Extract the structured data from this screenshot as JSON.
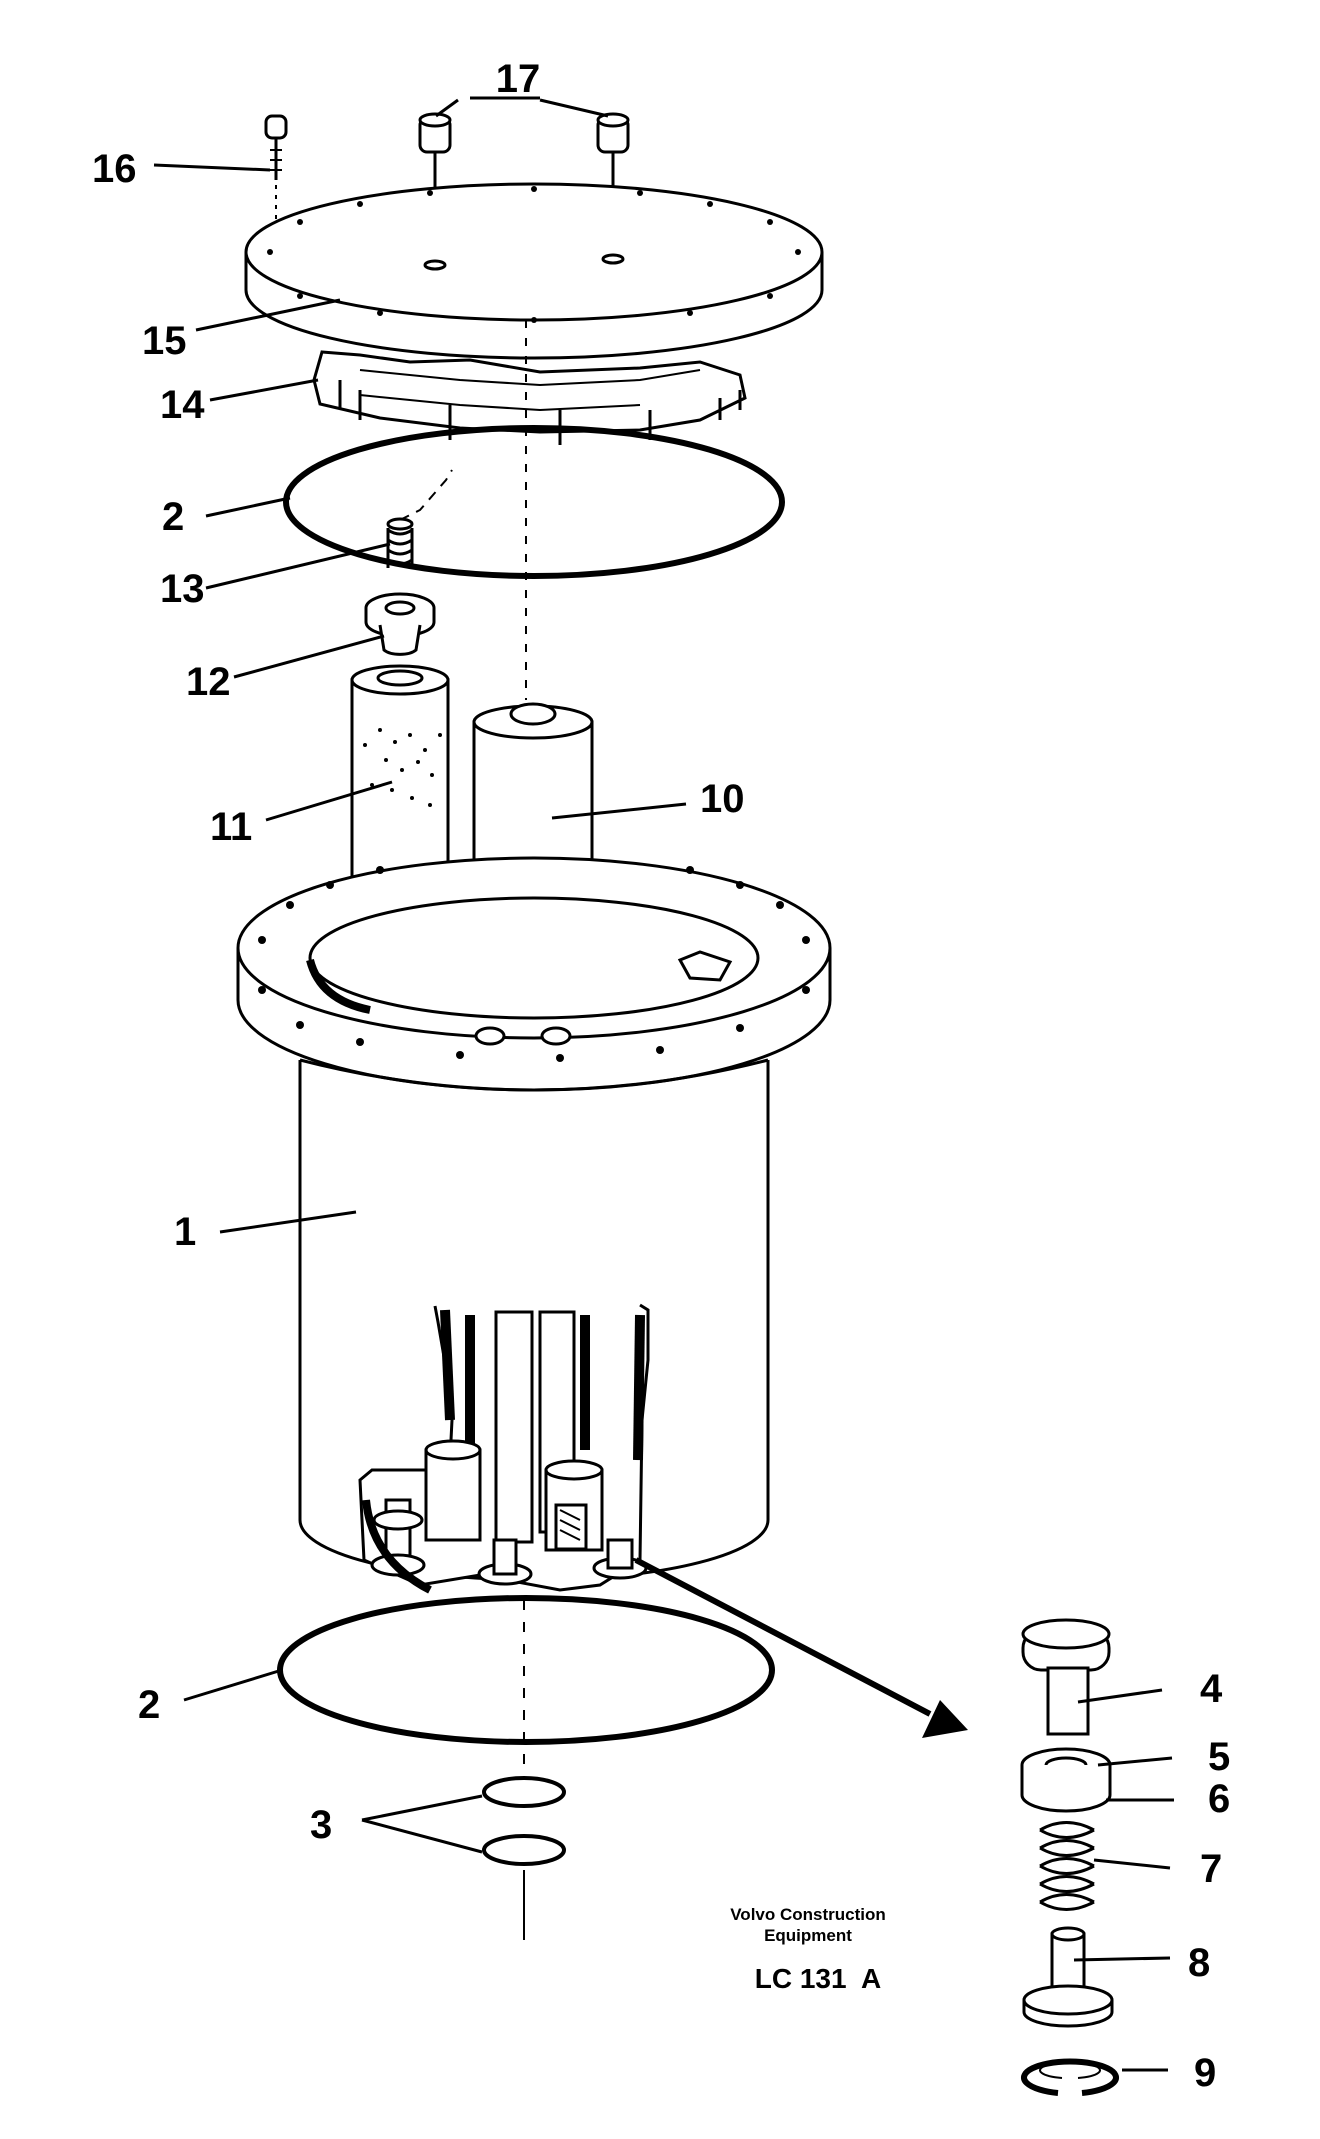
{
  "callouts": {
    "c1": "1",
    "c2_top": "2",
    "c2_bottom": "2",
    "c3": "3",
    "c4": "4",
    "c5": "5",
    "c6": "6",
    "c7": "7",
    "c8": "8",
    "c9": "9",
    "c10": "10",
    "c11": "11",
    "c12": "12",
    "c13": "13",
    "c14": "14",
    "c15": "15",
    "c16": "16",
    "c17": "17"
  },
  "credit": {
    "line1": "Volvo Construction",
    "line2": "Equipment",
    "code": "LC 131  A"
  }
}
